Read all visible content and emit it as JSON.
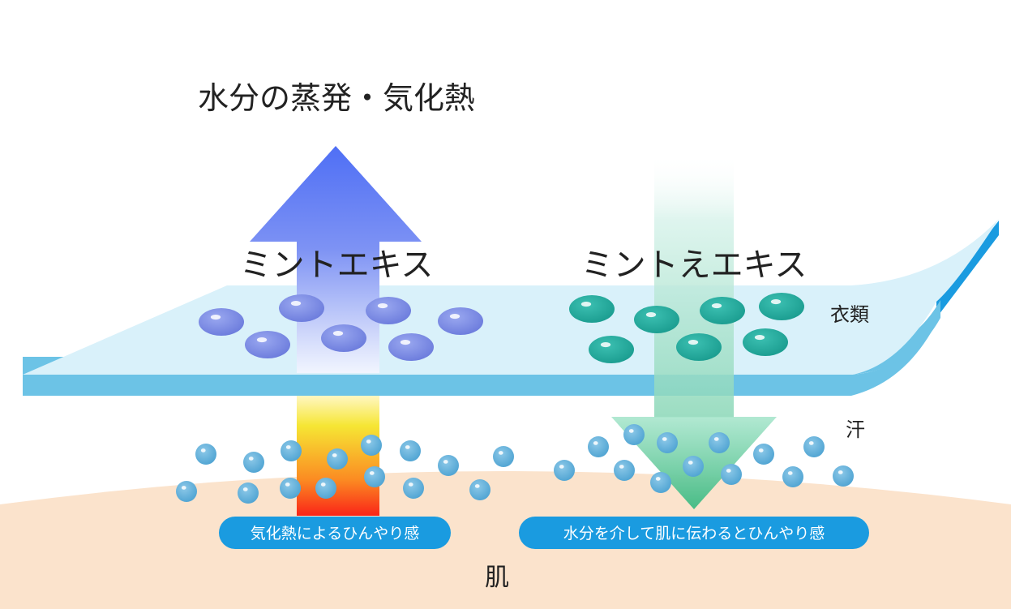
{
  "labels": {
    "top_title": "水分の蒸発・気化熱",
    "left_extract": "ミントエキス",
    "right_extract": "ミントえエキス",
    "clothing": "衣類",
    "sweat": "汗",
    "skin": "肌"
  },
  "pills": {
    "left": "気化熱によるひんやり感",
    "right": "水分を介して肌に伝わるとひんやり感"
  },
  "colors": {
    "skin": "#fbe3cc",
    "fabric_top": "#d9f1fa",
    "fabric_edge": "#6cc3e6",
    "fabric_side": "#1a9be0",
    "mint_blue": "#7f8fe6",
    "mint_teal": "#25aea0",
    "sweat_drop": "#6cb4dc",
    "arrow_up_top": "#4f6ff5",
    "arrow_down": "#4fc18f",
    "pill_bg": "#1a9be0"
  },
  "icons": {
    "up_arrow": "evaporation-up-arrow-icon",
    "down_arrow": "cooling-down-arrow-icon",
    "heat_column": "heat-gradient-column-icon"
  }
}
